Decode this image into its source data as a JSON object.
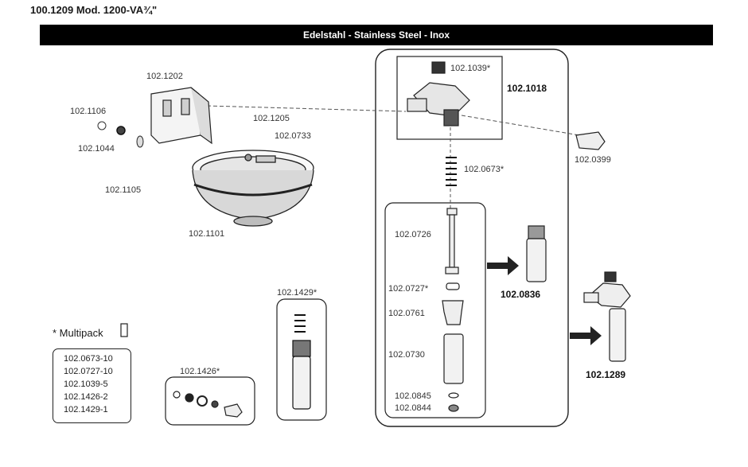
{
  "header": {
    "title": "100.1209 Mod. 1200-VA¾\"",
    "band": "Edelstahl - Stainless Steel - Inox"
  },
  "parts": {
    "p1202": "102.1202",
    "p1106": "102.1106",
    "p1044": "102.1044",
    "p1105": "102.1105",
    "p1205": "102.1205",
    "p0733": "102.0733",
    "p1101": "102.1101",
    "p1039": "102.1039*",
    "p1018": "102.1018",
    "p0399": "102.0399",
    "p0673": "102.0673*",
    "p0726": "102.0726",
    "p0727": "102.0727*",
    "p0761": "102.0761",
    "p0730": "102.0730",
    "p0845": "102.0845",
    "p0844": "102.0844",
    "p0836": "102.0836",
    "p1289": "102.1289",
    "p1429": "102.1429*",
    "p1426": "102.1426*"
  },
  "multipack": {
    "title": "* Multipack",
    "items": [
      "102.0673-10",
      "102.0727-10",
      "102.1039-5",
      "102.1426-2",
      "102.1429-1"
    ]
  }
}
